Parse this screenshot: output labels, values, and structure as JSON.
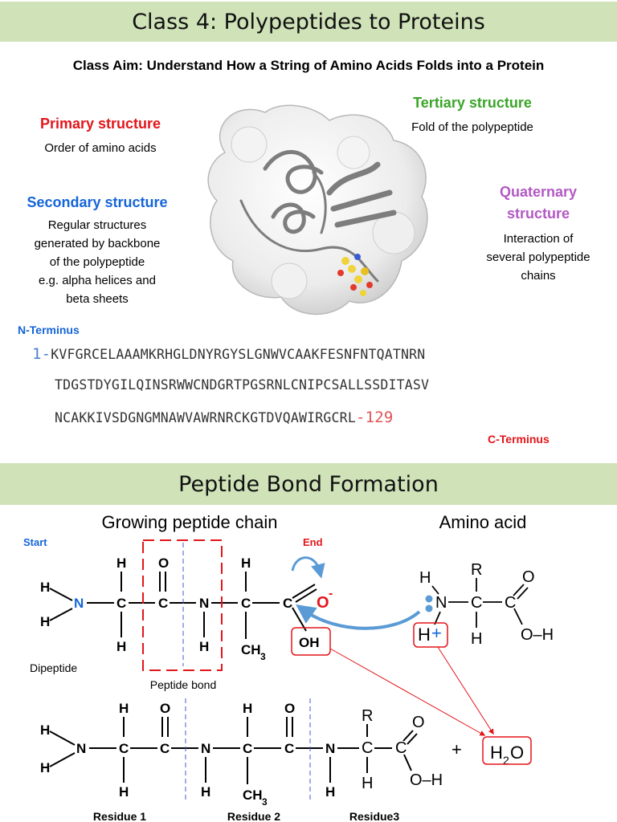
{
  "header1": {
    "title": "Class 4: Polypeptides to Proteins"
  },
  "class_aim": "Class Aim: Understand How a String of Amino Acids Folds into a Protein",
  "primary": {
    "title": "Primary structure",
    "desc": "Order of amino acids",
    "color": "#e3151a"
  },
  "secondary": {
    "title": "Secondary structure",
    "desc_lines": [
      "Regular structures",
      "generated by backbone",
      "of the polypeptide",
      "e.g. alpha helices and",
      "beta sheets"
    ],
    "color": "#1565d8"
  },
  "tertiary": {
    "title": "Tertiary structure",
    "desc": "Fold of the polypeptide",
    "color": "#3aa529"
  },
  "quaternary": {
    "title_lines": [
      "Quaternary",
      "structure"
    ],
    "desc_lines": [
      "Interaction of",
      "several polypeptide",
      "chains"
    ],
    "color": "#b259c4"
  },
  "sequence": {
    "n_terminus_label": "N-Terminus",
    "c_terminus_label": "C-Terminus",
    "start_num": "1-",
    "end_num": "-129",
    "line1": "KVFGRCELAAAMKRHGLDNYRGYSLGNWVCAAKFESNFNTQATNRN",
    "line2": "TDGSTDYGILQINSRWWCNDGRTPGSRNLCNIPCSALLSSDITASV",
    "line3": "NCAKKIVSDGNGMNAWVAWRNRCKGTDVQAWIRGCRL"
  },
  "header2": {
    "title": "Peptide Bond Formation"
  },
  "peptide": {
    "growing_chain_label": "Growing peptide chain",
    "amino_acid_label": "Amino acid",
    "start_label": "Start",
    "end_label": "End",
    "dipeptide_label": "Dipeptide",
    "peptide_bond_label": "Peptide bond",
    "residue_labels": [
      "Residue 1",
      "Residue 2",
      "Residue3"
    ],
    "plus": "+",
    "atoms": {
      "H": "H",
      "N": "N",
      "C": "C",
      "O": "O",
      "R": "R",
      "CH": "CH",
      "sub3": "3",
      "OH": "OH",
      "O_H": "O–H",
      "minus": "-",
      "H2O_H": "H",
      "H2O_sub": "2",
      "H2O_O": "O",
      "hplus": "+"
    }
  }
}
